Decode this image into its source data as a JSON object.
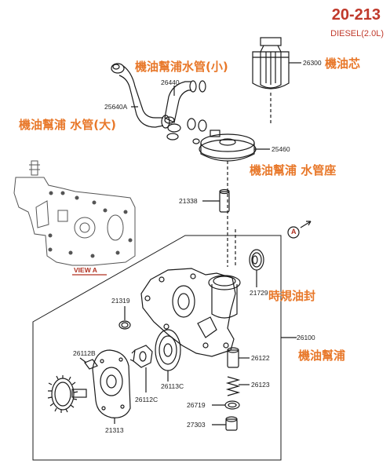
{
  "header": {
    "page_number": "20-213",
    "engine": "DIESEL(2.0L)"
  },
  "view_label": "VIEW A",
  "view_marker": "A",
  "part_numbers": {
    "oil_filter": "26300",
    "hose_small": "26440",
    "hose_large": "25640A",
    "cooler_housing": "25460",
    "bushing": "21338",
    "oil_seal": "21729",
    "gasket_21319": "21319",
    "pump_assembly": "26100",
    "sprocket": "26112B",
    "inner_rotor": "26112C",
    "outer_rotor": "26113C",
    "cover": "21313",
    "relief_plunger": "26122",
    "relief_spring": "26123",
    "retainer": "26719",
    "plug": "27303"
  },
  "annotations": {
    "oil_filter": "機油芯",
    "hose_small": "機油幫浦水管(小)",
    "hose_large": "機油幫浦 水管(大)",
    "cooler_housing": "機油幫浦 水管座",
    "oil_seal": "時規油封",
    "pump_assembly": "機油幫浦"
  }
}
